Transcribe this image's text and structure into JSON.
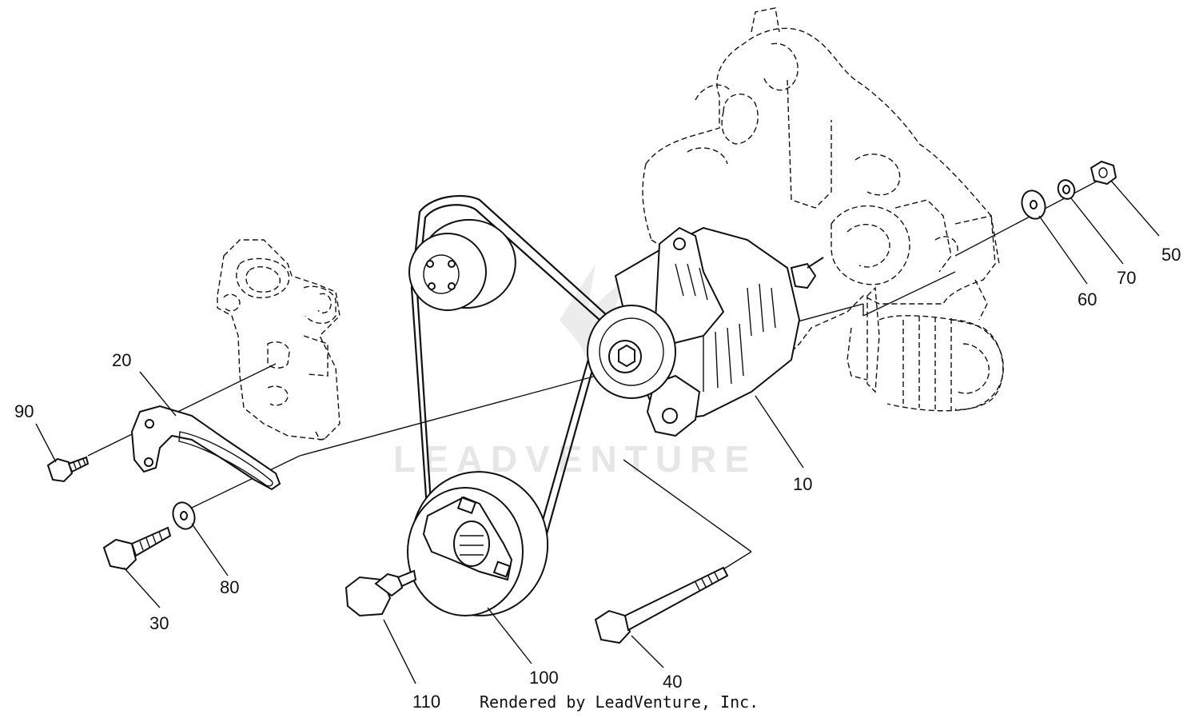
{
  "diagram": {
    "callouts": [
      {
        "id": "c10",
        "label": "10"
      },
      {
        "id": "c20",
        "label": "20"
      },
      {
        "id": "c30",
        "label": "30"
      },
      {
        "id": "c40",
        "label": "40"
      },
      {
        "id": "c50",
        "label": "50"
      },
      {
        "id": "c60",
        "label": "60"
      },
      {
        "id": "c70",
        "label": "70"
      },
      {
        "id": "c80",
        "label": "80"
      },
      {
        "id": "c90",
        "label": "90"
      },
      {
        "id": "c100",
        "label": "100"
      },
      {
        "id": "c110",
        "label": "110"
      }
    ],
    "credit": "Rendered by LeadVenture, Inc.",
    "watermark": "LEADVENTURE"
  }
}
